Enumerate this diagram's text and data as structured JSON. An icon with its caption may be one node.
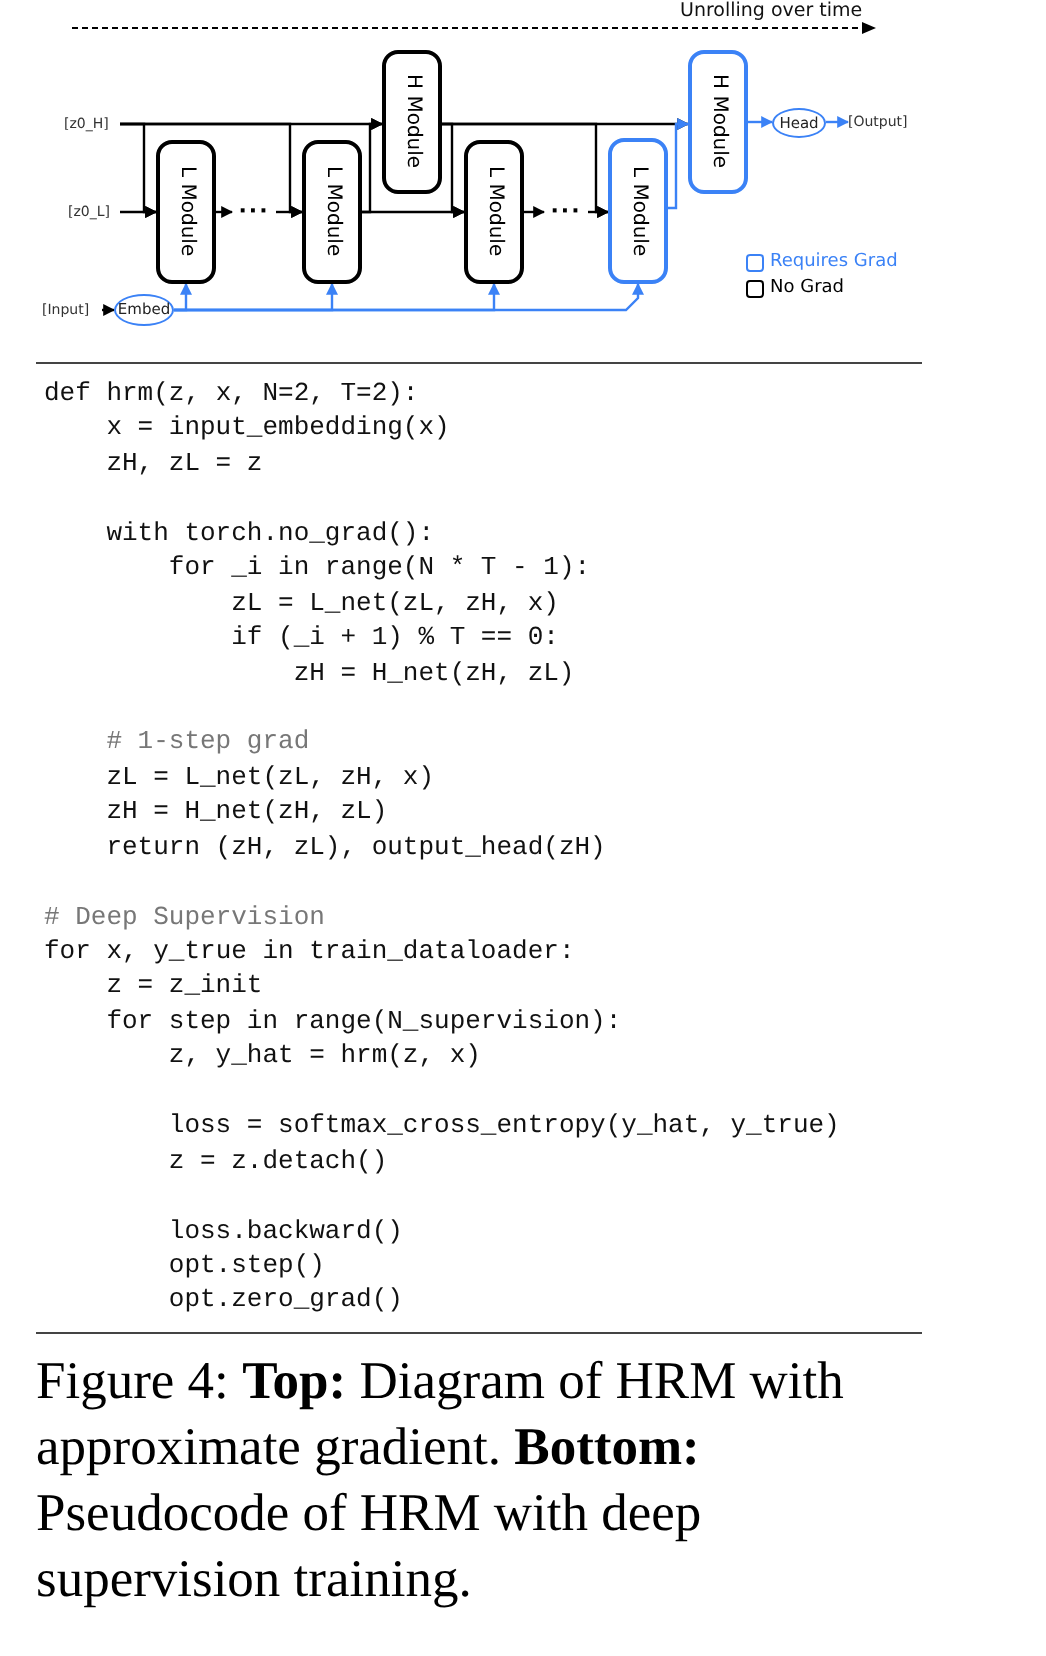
{
  "diagram": {
    "caption": "Figure 4: **Top:** Diagram of HRM with approximate gradient. **Bottom:** Pseudocode of HRM with deep supervision training.",
    "nodes": [
      {
        "text": [
          "[z0_H]"
        ]
      },
      {
        "text": [
          "[z0_L]"
        ]
      },
      {
        "text": [
          "[Input]"
        ]
      },
      {
        "text": [
          "Embed"
        ]
      },
      {
        "text": [
          "L Module"
        ]
      },
      {
        "text": [
          "···"
        ]
      },
      {
        "text": [
          "L Module"
        ]
      },
      {
        "text": [
          "H Module"
        ]
      },
      {
        "text": [
          "L Module"
        ]
      },
      {
        "text": [
          "···"
        ]
      },
      {
        "text": [
          "L Module"
        ]
      },
      {
        "text": [
          "H Module"
        ]
      },
      {
        "text": [
          "Head"
        ]
      },
      {
        "text": [
          "[Output]"
        ]
      }
    ],
    "edges": [
      {
        "from": 0,
        "to": 4,
        "arrow": "to"
      },
      {
        "from": 0,
        "to": 6,
        "arrow": "to"
      },
      {
        "from": 0,
        "to": 7,
        "arrow": "to"
      },
      {
        "from": 1,
        "to": 4,
        "arrow": "to"
      },
      {
        "from": 4,
        "to": 5,
        "arrow": "to"
      },
      {
        "from": 5,
        "to": 6,
        "arrow": "to"
      },
      {
        "from": 6,
        "to": 7,
        "arrow": "to"
      },
      {
        "from": 6,
        "to": 8,
        "arrow": "to"
      },
      {
        "from": 7,
        "to": 8,
        "arrow": "to"
      },
      {
        "from": 7,
        "to": 10,
        "arrow": "to"
      },
      {
        "from": 7,
        "to": 11,
        "arrow": "to"
      },
      {
        "from": 8,
        "to": 9,
        "arrow": "to"
      },
      {
        "from": 9,
        "to": 10,
        "arrow": "to"
      },
      {
        "from": 10,
        "to": 11,
        "arrow": "to",
        "color": "#3b82f6"
      },
      {
        "from": 11,
        "to": 12,
        "arrow": "to",
        "color": "#3b82f6"
      },
      {
        "from": 12,
        "to": 13,
        "arrow": "to",
        "color": "#3b82f6"
      },
      {
        "from": 2,
        "to": 3,
        "arrow": "to"
      },
      {
        "from": 3,
        "to": 4,
        "arrow": "to",
        "color": "#3b82f6"
      },
      {
        "from": 3,
        "to": 6,
        "arrow": "to",
        "color": "#3b82f6"
      },
      {
        "from": 3,
        "to": 8,
        "arrow": "to",
        "color": "#3b82f6"
      },
      {
        "from": 3,
        "to": 10,
        "arrow": "to",
        "color": "#3b82f6"
      }
    ],
    "labels": [
      "Unrolling over time",
      "def hrm(z, x, N=2, T=2):",
      "x = input_embedding(x)",
      "zH, zL = z",
      "with torch.no_grad():",
      "for _i in range(N * T - 1):",
      "zL = L_net(zL, zH, x)",
      "if (_i + 1) % T == 0:",
      "zH = H_net(zH, zL)",
      "# 1-step grad",
      "zL = L_net(zL, zH, x)",
      "zH = H_net(zH, zL)",
      "return (zH, zL), output_head(zH)",
      "# Deep Supervision",
      "for x, y_true in train_dataloader:",
      "z = z_init",
      "for step in range(N_supervision):",
      "z, y_hat = hrm(z, x)",
      "loss = softmax_cross_entropy(y_hat, y_true)",
      "z = z.detach()",
      "loss.backward()",
      "opt.step()",
      "opt.zero_grad()"
    ],
    "legend": [
      {
        "text": "Requires Grad"
      },
      {
        "text": "No Grad"
      }
    ]
  }
}
